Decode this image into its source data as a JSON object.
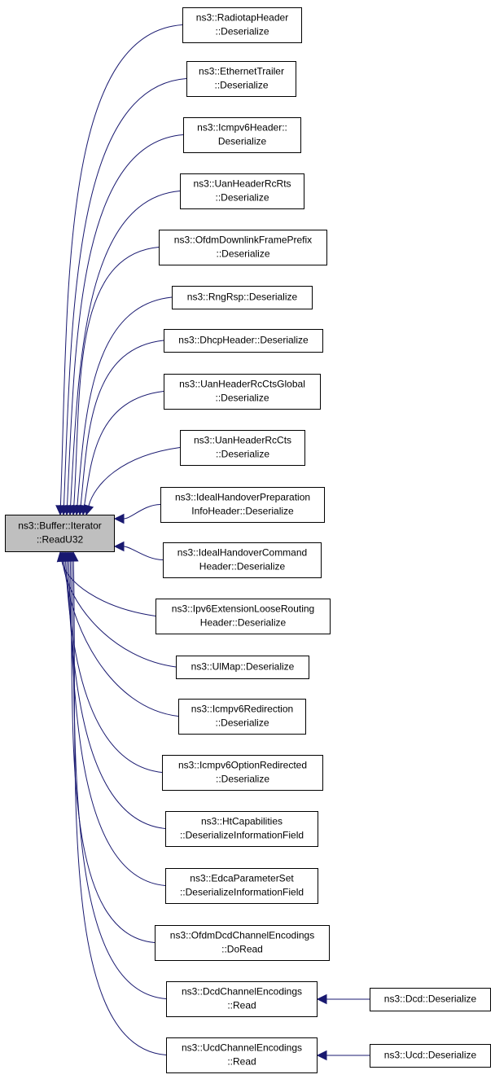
{
  "root": {
    "id": "root",
    "lines": [
      "ns3::Buffer::Iterator",
      "::ReadU32"
    ]
  },
  "callers": [
    {
      "id": "radiotap-header-deserialize",
      "lines": [
        "ns3::RadiotapHeader",
        "::Deserialize"
      ]
    },
    {
      "id": "ethernet-trailer-deserialize",
      "lines": [
        "ns3::EthernetTrailer",
        "::Deserialize"
      ]
    },
    {
      "id": "icmpv6-header-deserialize",
      "lines": [
        "ns3::Icmpv6Header::",
        "Deserialize"
      ]
    },
    {
      "id": "uan-header-rc-rts-deserialize",
      "lines": [
        "ns3::UanHeaderRcRts",
        "::Deserialize"
      ]
    },
    {
      "id": "ofdm-downlink-frame-prefix-deserialize",
      "lines": [
        "ns3::OfdmDownlinkFramePrefix",
        "::Deserialize"
      ]
    },
    {
      "id": "rng-rsp-deserialize",
      "lines": [
        "ns3::RngRsp::Deserialize"
      ]
    },
    {
      "id": "dhcp-header-deserialize",
      "lines": [
        "ns3::DhcpHeader::Deserialize"
      ]
    },
    {
      "id": "uan-header-rc-cts-global-deserialize",
      "lines": [
        "ns3::UanHeaderRcCtsGlobal",
        "::Deserialize"
      ]
    },
    {
      "id": "uan-header-rc-cts-deserialize",
      "lines": [
        "ns3::UanHeaderRcCts",
        "::Deserialize"
      ]
    },
    {
      "id": "ideal-handover-preparation-info-header-deserialize",
      "lines": [
        "ns3::IdealHandoverPreparation",
        "InfoHeader::Deserialize"
      ]
    },
    {
      "id": "ideal-handover-command-header-deserialize",
      "lines": [
        "ns3::IdealHandoverCommand",
        "Header::Deserialize"
      ]
    },
    {
      "id": "ipv6-extension-loose-routing-header-deserialize",
      "lines": [
        "ns3::Ipv6ExtensionLooseRouting",
        "Header::Deserialize"
      ]
    },
    {
      "id": "ul-map-deserialize",
      "lines": [
        "ns3::UlMap::Deserialize"
      ]
    },
    {
      "id": "icmpv6-redirection-deserialize",
      "lines": [
        "ns3::Icmpv6Redirection",
        "::Deserialize"
      ]
    },
    {
      "id": "icmpv6-option-redirected-deserialize",
      "lines": [
        "ns3::Icmpv6OptionRedirected",
        "::Deserialize"
      ]
    },
    {
      "id": "ht-capabilities-deserialize-information-field",
      "lines": [
        "ns3::HtCapabilities",
        "::DeserializeInformationField"
      ]
    },
    {
      "id": "edca-parameter-set-deserialize-information-field",
      "lines": [
        "ns3::EdcaParameterSet",
        "::DeserializeInformationField"
      ]
    },
    {
      "id": "ofdm-dcd-channel-encodings-do-read",
      "lines": [
        "ns3::OfdmDcdChannelEncodings",
        "::DoRead"
      ]
    },
    {
      "id": "dcd-channel-encodings-read",
      "lines": [
        "ns3::DcdChannelEncodings",
        "::Read"
      ]
    },
    {
      "id": "ucd-channel-encodings-read",
      "lines": [
        "ns3::UcdChannelEncodings",
        "::Read"
      ]
    }
  ],
  "second_level": [
    {
      "id": "dcd-deserialize",
      "caller_of": "dcd-channel-encodings-read",
      "lines": [
        "ns3::Dcd::Deserialize"
      ]
    },
    {
      "id": "ucd-deserialize",
      "caller_of": "ucd-channel-encodings-read",
      "lines": [
        "ns3::Ucd::Deserialize"
      ]
    }
  ],
  "colors": {
    "root_fill": "#bfbfbf",
    "node_fill": "#ffffff",
    "node_stroke": "#000000",
    "edge": "#191970"
  }
}
